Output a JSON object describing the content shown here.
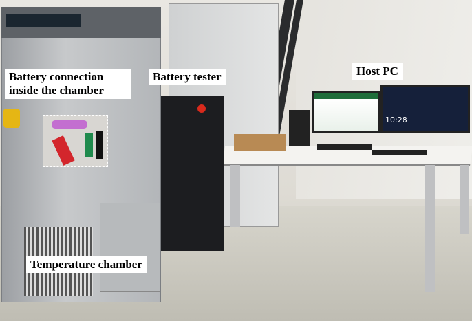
{
  "labels": {
    "battery_connection": "Battery connection inside the chamber",
    "battery_tester": "Battery tester",
    "host_pc": "Host PC",
    "temperature_chamber": "Temperature chamber"
  },
  "host_screen": {
    "time": "10:28"
  }
}
